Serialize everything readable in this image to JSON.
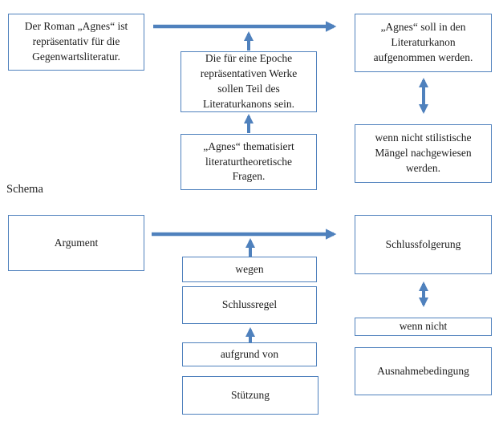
{
  "colors": {
    "accent": "#4f81bd",
    "text": "#1c1c1c",
    "background": "#ffffff"
  },
  "section_label": "Schema",
  "example_diagram": {
    "argument": "Der Roman „Agnes“ ist repräsentativ für die Gegenwartsliteratur.",
    "schlussregel": "Die für eine Epoche repräsentativen Werke sollen Teil des Literaturkanons sein.",
    "stuetzung": "„Agnes“ thematisiert literaturtheoretische Fragen.",
    "schlussfolgerung": "„Agnes“ soll in den Literaturkanon aufgenommen werden.",
    "ausnahmebedingung": "wenn nicht stilistische Mängel nachgewiesen werden."
  },
  "schema_diagram": {
    "argument": "Argument",
    "wegen": "wegen",
    "schlussregel": "Schlussregel",
    "aufgrund_von": "aufgrund von",
    "stuetzung": "Stützung",
    "schlussfolgerung": "Schlussfolgerung",
    "wenn_nicht": "wenn nicht",
    "ausnahmebedingung": "Ausnahmebedingung"
  }
}
